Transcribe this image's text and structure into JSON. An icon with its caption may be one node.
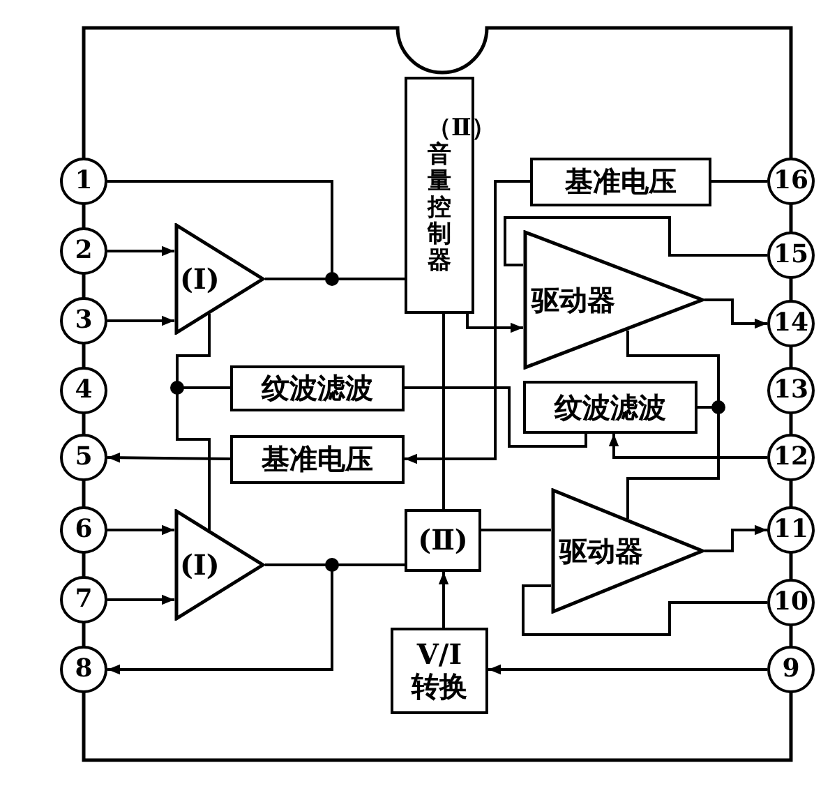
{
  "diagram": {
    "nodes": [
      {
        "text": [
          "1"
        ]
      },
      {
        "text": [
          "2"
        ]
      },
      {
        "text": [
          "3"
        ]
      },
      {
        "text": [
          "4"
        ]
      },
      {
        "text": [
          "5"
        ]
      },
      {
        "text": [
          "6"
        ]
      },
      {
        "text": [
          "7"
        ]
      },
      {
        "text": [
          "8"
        ]
      },
      {
        "text": [
          "（Ⅱ）音量控制器"
        ]
      },
      {
        "text": [
          "基准电压"
        ]
      },
      {
        "text": [
          "16"
        ]
      },
      {
        "text": [
          "15"
        ]
      },
      {
        "text": [
          "(Ⅰ)"
        ]
      },
      {
        "text": [
          "驱动器"
        ]
      },
      {
        "text": [
          "14"
        ]
      },
      {
        "text": [
          "13"
        ]
      },
      {
        "text": [
          "纹波滤波"
        ]
      },
      {
        "text": [
          "纹波滤波"
        ]
      },
      {
        "text": [
          "12"
        ]
      },
      {
        "text": [
          "基准电压"
        ]
      },
      {
        "text": [
          "(Ⅱ)"
        ]
      },
      {
        "text": [
          "(Ⅰ)"
        ]
      },
      {
        "text": [
          "驱动器"
        ]
      },
      {
        "text": [
          "11"
        ]
      },
      {
        "text": [
          "10"
        ]
      },
      {
        "text": [
          "V/I转换"
        ]
      },
      {
        "text": [
          "9"
        ]
      }
    ],
    "edges": [
      {
        "from": 1,
        "to": 12,
        "arrow": "to"
      },
      {
        "from": 2,
        "to": 12,
        "arrow": "to"
      },
      {
        "from": 0,
        "to": 8,
        "arrow": "none"
      },
      {
        "from": 12,
        "to": 8,
        "arrow": "none"
      },
      {
        "from": 8,
        "to": 13,
        "arrow": "to"
      },
      {
        "from": 9,
        "to": 10,
        "arrow": "none"
      },
      {
        "from": 11,
        "to": 13,
        "arrow": "none"
      },
      {
        "from": 13,
        "to": 14,
        "arrow": "to"
      },
      {
        "from": 8,
        "to": 20,
        "arrow": "none"
      },
      {
        "from": 16,
        "to": 12,
        "arrow": "none"
      },
      {
        "from": 16,
        "to": 21,
        "arrow": "none"
      },
      {
        "from": 9,
        "to": 19,
        "arrow": "to"
      },
      {
        "from": 19,
        "to": 4,
        "arrow": "to"
      },
      {
        "from": 16,
        "to": 17,
        "arrow": "none"
      },
      {
        "from": 13,
        "to": 17,
        "arrow": "none"
      },
      {
        "from": 17,
        "to": 22,
        "arrow": "none"
      },
      {
        "from": 18,
        "to": 17,
        "arrow": "to"
      },
      {
        "from": 5,
        "to": 21,
        "arrow": "to"
      },
      {
        "from": 6,
        "to": 21,
        "arrow": "to"
      },
      {
        "from": 21,
        "to": 20,
        "arrow": "none"
      },
      {
        "from": 21,
        "to": 7,
        "arrow": "to"
      },
      {
        "from": 20,
        "to": 22,
        "arrow": "none"
      },
      {
        "from": 22,
        "to": 23,
        "arrow": "to"
      },
      {
        "from": 24,
        "to": 22,
        "arrow": "none"
      },
      {
        "from": 25,
        "to": 20,
        "arrow": "to"
      },
      {
        "from": 26,
        "to": 25,
        "arrow": "to"
      }
    ]
  }
}
